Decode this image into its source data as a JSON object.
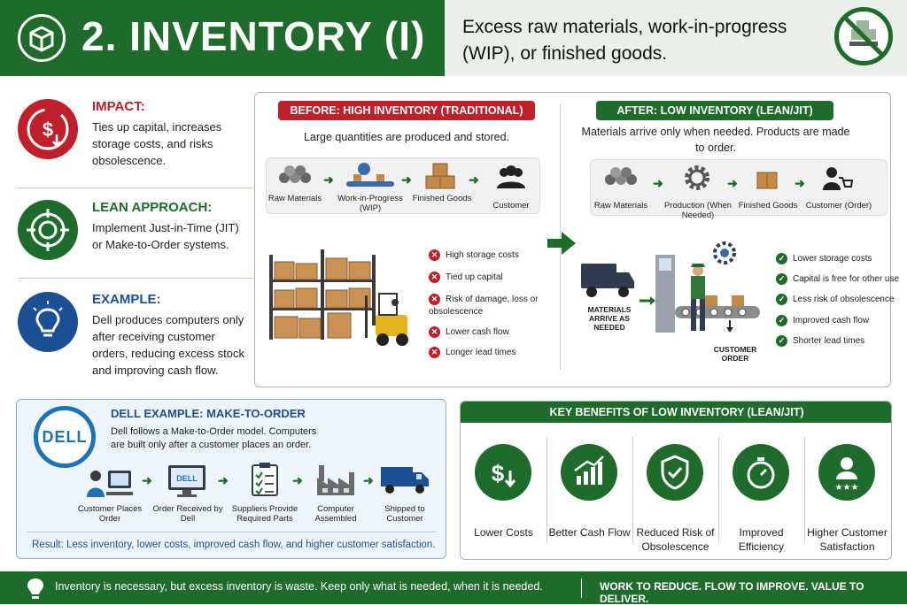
{
  "header": {
    "title": "2. INVENTORY (I)",
    "subtitle": "Excess raw materials, work-in-progress (WIP), or finished goods.",
    "box_icon": "box-icon",
    "no_inventory_icon": "no-inventory-icon"
  },
  "left": {
    "impact": {
      "heading": "IMPACT:",
      "text": "Ties up capital, increases storage costs, and risks obsolescence.",
      "icon": "dollar-down-icon",
      "color": "#c0202a"
    },
    "lean": {
      "heading": "LEAN APPROACH:",
      "text": "Implement Just-in-Time (JIT) or Make-to-Order systems.",
      "icon": "target-icon",
      "color": "#1f6b2b"
    },
    "example": {
      "heading": "EXAMPLE:",
      "text": "Dell produces computers only after receiving customer orders, reducing excess stock and improving cash flow.",
      "icon": "lightbulb-icon",
      "color": "#1d4f93"
    }
  },
  "before": {
    "label": "BEFORE: HIGH INVENTORY (TRADITIONAL)",
    "note": "Large quantities are produced and stored.",
    "flow": [
      "Raw Materials",
      "Work-in-Progress (WIP)",
      "Finished Goods",
      "Customer"
    ],
    "bullets": [
      "High storage costs",
      "Tied up capital",
      "Risk of damage, loss or obsolescence",
      "Lower cash flow",
      "Longer lead times"
    ]
  },
  "after": {
    "label": "AFTER: LOW INVENTORY (LEAN/JIT)",
    "note": "Materials arrive only when needed. Products are made to order.",
    "flow": [
      "Raw Materials",
      "Production (When Needed)",
      "Finished Goods",
      "Customer (Order)"
    ],
    "materials_label": "MATERIALS ARRIVE AS NEEDED",
    "order_label": "CUSTOMER ORDER",
    "bullets": [
      "Lower storage costs",
      "Capital is free for other use",
      "Less risk of obsolescence",
      "Improved cash flow",
      "Shorter lead times"
    ]
  },
  "dell": {
    "logo": "DELL",
    "title": "DELL EXAMPLE: MAKE-TO-ORDER",
    "text": "Dell follows a Make-to-Order model. Computers are built only after a customer places an order.",
    "steps": [
      "Customer Places Order",
      "Order Received by Dell",
      "Suppliers Provide Required Parts",
      "Computer Assembled",
      "Shipped to Customer"
    ],
    "result": "Result: Less inventory, lower costs, improved cash flow, and higher customer satisfaction."
  },
  "benefits": {
    "title": "KEY BENEFITS OF LOW INVENTORY (LEAN/JIT)",
    "items": [
      "Lower Costs",
      "Better Cash Flow",
      "Reduced Risk of Obsolescence",
      "Improved Efficiency",
      "Higher Customer Satisfaction"
    ]
  },
  "footer": {
    "left": "Inventory is necessary, but excess inventory is waste. Keep only what is needed, when it is needed.",
    "right": "WORK TO REDUCE. FLOW TO IMPROVE. VALUE TO DELIVER."
  },
  "colors": {
    "green": "#1f6b2b",
    "red": "#c0202a",
    "blue": "#1d4f93"
  }
}
